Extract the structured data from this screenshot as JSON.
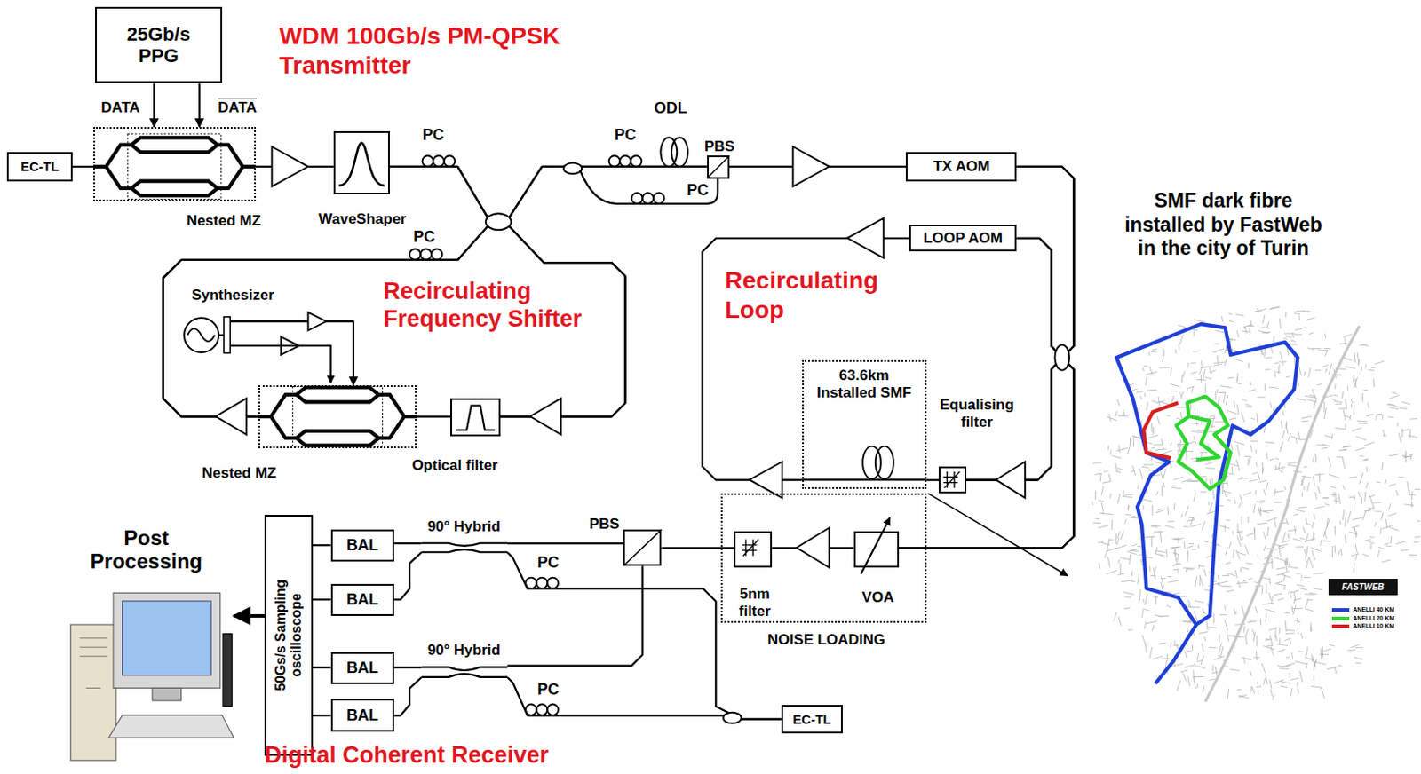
{
  "diagram": {
    "nodes": [
      {
        "text": [
          "25Gb/s PPG"
        ]
      },
      {
        "text": [
          "EC-TL"
        ]
      },
      {
        "text": [
          "Nested MZ"
        ]
      },
      {
        "text": [
          "WaveShaper"
        ]
      },
      {
        "text": [
          "PBS"
        ]
      },
      {
        "text": [
          "TX AOM"
        ]
      },
      {
        "text": [
          "LOOP AOM"
        ]
      },
      {
        "text": [
          "63.6km Installed SMF"
        ]
      },
      {
        "text": [
          "Equalising filter"
        ]
      },
      {
        "text": [
          "NOISE LOADING"
        ]
      },
      {
        "text": [
          "5nm filter"
        ],
        "in": 9
      },
      {
        "text": [
          "VOA"
        ],
        "in": 9
      },
      {
        "text": [
          "PBS"
        ]
      },
      {
        "text": [
          "90° Hybrid"
        ]
      },
      {
        "text": [
          "90° Hybrid"
        ]
      },
      {
        "text": [
          "BAL"
        ]
      },
      {
        "text": [
          "BAL"
        ]
      },
      {
        "text": [
          "BAL"
        ]
      },
      {
        "text": [
          "BAL"
        ]
      },
      {
        "text": [
          "50Gs/s Sampling oscilloscope"
        ]
      },
      {
        "text": [
          "Post Processing"
        ]
      },
      {
        "text": [
          "EC-TL"
        ]
      },
      {
        "text": [
          "Synthesizer"
        ]
      },
      {
        "text": [
          "Nested MZ"
        ]
      },
      {
        "text": [
          "Optical filter"
        ]
      },
      {
        "text": [
          "FASTWEB"
        ]
      }
    ],
    "edges": [
      {
        "from": 0,
        "to": 2,
        "label": "DATA",
        "arrow": "to"
      },
      {
        "from": 0,
        "to": 2,
        "label": "DATA",
        "arrow": "to"
      },
      {
        "from": 1,
        "to": 2,
        "arrow": "none"
      },
      {
        "from": 2,
        "to": 3,
        "arrow": "none"
      },
      {
        "from": 3,
        "to": 4,
        "arrow": "none"
      },
      {
        "from": 3,
        "to": 24,
        "arrow": "none"
      },
      {
        "from": 24,
        "to": 23,
        "arrow": "none"
      },
      {
        "from": 23,
        "to": 4,
        "arrow": "none"
      },
      {
        "from": 23,
        "to": 24,
        "arrow": "none"
      },
      {
        "from": 22,
        "to": 23,
        "arrow": "to"
      },
      {
        "from": 4,
        "to": 5,
        "arrow": "none"
      },
      {
        "from": 5,
        "to": 6,
        "arrow": "none"
      },
      {
        "from": 5,
        "to": 11,
        "arrow": "none"
      },
      {
        "from": 6,
        "to": 7,
        "arrow": "none"
      },
      {
        "from": 7,
        "to": 8,
        "arrow": "none"
      },
      {
        "from": 8,
        "to": 6,
        "arrow": "none"
      },
      {
        "from": 8,
        "to": 11,
        "arrow": "none"
      },
      {
        "from": 11,
        "to": 10,
        "arrow": "none"
      },
      {
        "from": 10,
        "to": 12,
        "arrow": "none"
      },
      {
        "from": 12,
        "to": 13,
        "arrow": "none"
      },
      {
        "from": 12,
        "to": 14,
        "arrow": "none"
      },
      {
        "from": 21,
        "to": 13,
        "arrow": "none"
      },
      {
        "from": 21,
        "to": 14,
        "arrow": "none"
      },
      {
        "from": 13,
        "to": 15,
        "arrow": "none"
      },
      {
        "from": 13,
        "to": 16,
        "arrow": "none"
      },
      {
        "from": 14,
        "to": 17,
        "arrow": "none"
      },
      {
        "from": 14,
        "to": 18,
        "arrow": "none"
      },
      {
        "from": 15,
        "to": 19,
        "arrow": "none"
      },
      {
        "from": 16,
        "to": 19,
        "arrow": "none"
      },
      {
        "from": 17,
        "to": 19,
        "arrow": "none"
      },
      {
        "from": 18,
        "to": 19,
        "arrow": "none"
      },
      {
        "from": 19,
        "to": 20,
        "arrow": "to"
      }
    ],
    "labels": [
      "WDM 100Gb/s PM-QPSK Transmitter",
      "PC",
      "ODL",
      "PC",
      "PC",
      "PC",
      "Recirculating Frequency Shifter",
      "Recirculating Loop",
      "SMF dark fibre installed by FastWeb in the city of Turin",
      "PC",
      "PC",
      "Digital Coherent Receiver"
    ],
    "legend": [
      {
        "text": "ANELLI 40 KM",
        "color": "#1f3fd6"
      },
      {
        "text": "ANELLI 20 KM",
        "color": "#2fd62f"
      },
      {
        "text": "ANELLI 10 KM",
        "color": "#d61f1f"
      }
    ]
  }
}
